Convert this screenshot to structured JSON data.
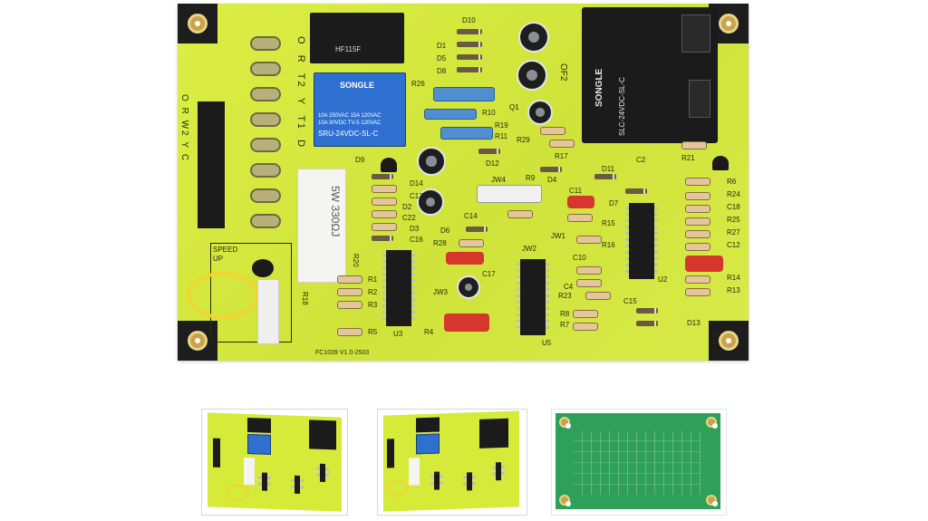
{
  "board": {
    "silk_top_left_labels": [
      "O",
      "R",
      "T2",
      "Y",
      "T1",
      "D"
    ],
    "connector_labels": [
      "O",
      "R",
      "W2",
      "Y",
      "C"
    ],
    "relay_blue_brand": "SONGLE",
    "relay_blue_rating_line1": "10A 250VAC 15A 120VAC",
    "relay_blue_rating_line2": "10A 30VDC TV-5 120VAC",
    "relay_blue_model": "SRU-24VDC-SL-C",
    "relay_small_model": "HF115F",
    "relay_big_brand": "SONGLE",
    "relay_big_model": "SLC-24VDC-SL-C",
    "resistor_label": "5W 330ΩJ",
    "speed_label": "SPEED",
    "up_label": "UP",
    "board_id": "FC1039 V1.0-2503",
    "ref_right": [
      "R6",
      "R24",
      "C18",
      "R25",
      "R27",
      "C12",
      "R14",
      "R13"
    ],
    "ref_mid": [
      "R26",
      "R10",
      "R19",
      "R11",
      "D12",
      "R29",
      "R17",
      "D4",
      "R9",
      "JW4",
      "D11",
      "D7",
      "C11",
      "R15",
      "R16",
      "JW1",
      "JW2",
      "C10",
      "C4",
      "R23",
      "R8",
      "R7",
      "C15",
      "D13",
      "C17",
      "JW3",
      "R28",
      "D6",
      "C14"
    ],
    "ref_left": [
      "D14",
      "C13",
      "D2",
      "C22",
      "D3",
      "C16",
      "D9",
      "R1",
      "R2",
      "R3",
      "R4",
      "R5",
      "R20",
      "R18"
    ],
    "ref_top": [
      "D10",
      "D1",
      "D5",
      "D8",
      "Q1",
      "OF2",
      "C2",
      "R21"
    ],
    "ic_labels": [
      "U3",
      "U5",
      "U2"
    ]
  },
  "colors": {
    "board": "#d6ea3a",
    "back_board": "#2fa05a",
    "relay_blue": "#2e6fd0",
    "relay_black": "#1b1b1b"
  }
}
